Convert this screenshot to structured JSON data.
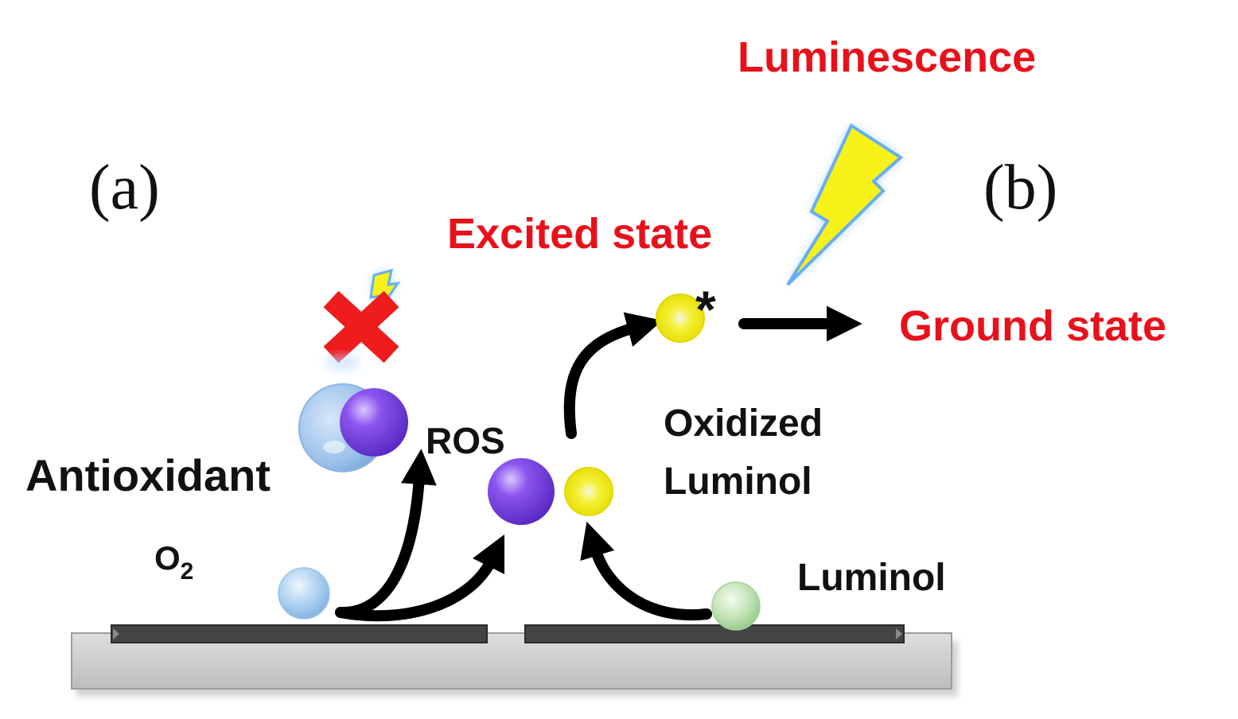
{
  "panel_labels": {
    "a": "(a)",
    "b": "(b)"
  },
  "labels": {
    "luminescence": "Luminescence",
    "excited_state": "Excited state",
    "excited_marker": "*",
    "ground_state": "Ground state",
    "antioxidant": "Antioxidant",
    "ros": "ROS",
    "oxidized_luminol_line1": "Oxidized",
    "oxidized_luminol_line2": "Luminol",
    "o2_base": "O",
    "o2_sub": "2",
    "luminol": "Luminol"
  },
  "colors": {
    "red_text": "#e8111b",
    "purple_sphere": "#7a3ee0",
    "yellow_sphere": "#f2ee10",
    "blue_sphere": "#9fc6ec",
    "green_sphere": "#b5dcaa",
    "lightning": "#f7f21a",
    "substrate": "#cfcfcf",
    "electrode": "#444444"
  }
}
